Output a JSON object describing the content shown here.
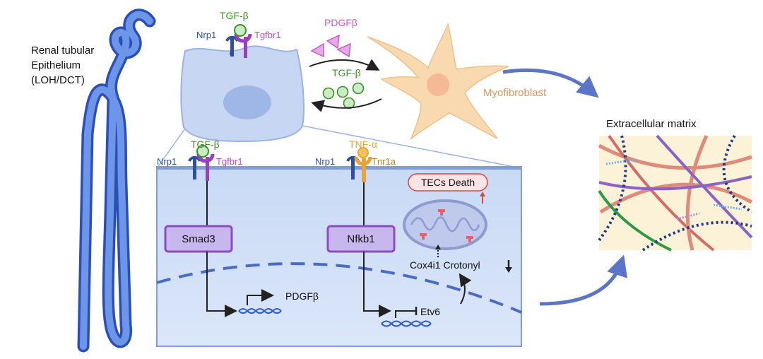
{
  "labels": {
    "tubule_line1": "Renal tubular",
    "tubule_line2": "Epithelium",
    "tubule_line3": "(LOH/DCT)",
    "top_tgfb": "TGF-β",
    "top_nrp1": "Nrp1",
    "top_tgfbr1": "Tgfbr1",
    "pdgfb_top": "PDGFβ",
    "tgfb_mid": "TGF-β",
    "myofibroblast": "Myofibroblast",
    "ecm_title": "Extracellular matrix",
    "panel_tgfb": "TGF-β",
    "panel_nrp1_left": "Nrp1",
    "panel_tgfbr1": "Tgfbr1",
    "panel_tnfa": "TNF-α",
    "panel_nrp1_right": "Nrp1",
    "panel_tnr1a": "Tnr1a",
    "tecs_death": "TECs Death",
    "smad3": "Smad3",
    "nfkb1": "Nfkb1",
    "cox_crotonyl": "Cox4i1 Crotonyl",
    "pdgfb_gene": "PDGFβ",
    "etv6": "Etv6"
  },
  "colors": {
    "tubule": "#4a78d8",
    "cell": "#c6d6f3",
    "panel": "#d4e2f8",
    "tgfb_green": "#3f8f2a",
    "ligand_green": "#c9ecc4",
    "nrp1_blue": "#2f4fa0",
    "tgfbr1_purple": "#c04cc0",
    "pdgf_pink": "#c45bc6",
    "tnf_orange": "#e9a33a",
    "myofibroblast": "#f9d9b0",
    "myo_text": "#e0935a",
    "box_purple": "#8a4ec2",
    "arrow_blue": "#5b75c9"
  }
}
